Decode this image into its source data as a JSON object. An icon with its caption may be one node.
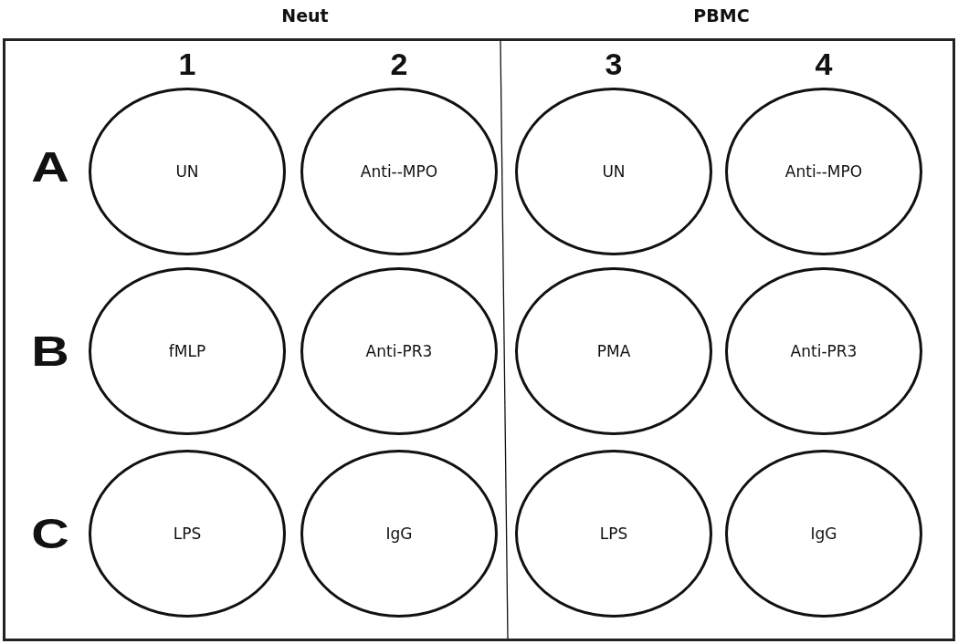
{
  "diagram": {
    "nodes": [
      {
        "text": [],
        "shape": "box"
      },
      {
        "text": [
          "UN"
        ],
        "in": 0
      },
      {
        "text": [
          "Anti--MPO"
        ],
        "in": 0
      },
      {
        "text": [
          "UN"
        ],
        "in": 0
      },
      {
        "text": [
          "Anti--MPO"
        ],
        "in": 0
      },
      {
        "text": [
          "fMLP"
        ],
        "in": 0
      },
      {
        "text": [
          "Anti-PR3"
        ],
        "in": 0
      },
      {
        "text": [
          "PMA"
        ],
        "in": 0
      },
      {
        "text": [
          "Anti-PR3"
        ],
        "in": 0
      },
      {
        "text": [
          "LPS"
        ],
        "in": 0
      },
      {
        "text": [
          "IgG"
        ],
        "in": 0
      },
      {
        "text": [
          "LPS"
        ],
        "in": 0
      },
      {
        "text": [
          "IgG"
        ],
        "in": 0
      }
    ],
    "labels": [
      "Neut",
      "PBMC",
      "1",
      "2",
      "3",
      "4",
      "A",
      "B",
      "C"
    ]
  }
}
